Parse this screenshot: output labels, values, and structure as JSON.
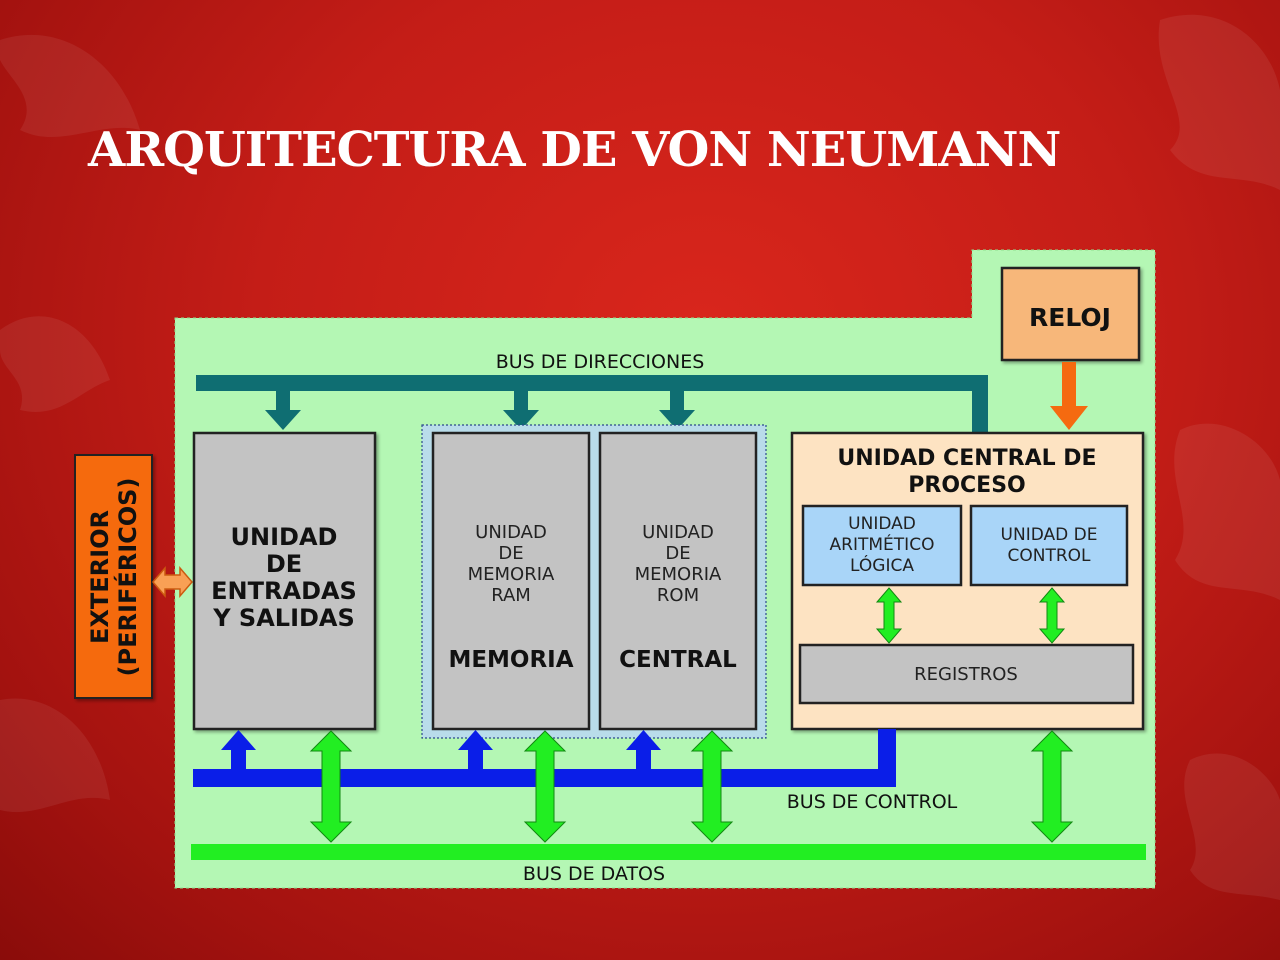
{
  "slide": {
    "title": "ARQUITECTURA DE VON NEUMANN"
  },
  "diagram": {
    "exterior": {
      "line1": "EXTERIOR",
      "line2": "(PERIFÉRICOS)"
    },
    "reloj": "RELOJ",
    "buses": {
      "direcciones": "BUS DE DIRECCIONES",
      "control": "BUS DE CONTROL",
      "datos": "BUS DE DATOS"
    },
    "io_unit": {
      "lines": [
        "UNIDAD",
        "DE",
        "ENTRADAS",
        "Y SALIDAS"
      ]
    },
    "ram": {
      "lines": [
        "UNIDAD",
        "DE",
        "MEMORIA",
        "RAM"
      ],
      "caption": "MEMORIA"
    },
    "rom": {
      "lines": [
        "UNIDAD",
        "DE",
        "MEMORIA",
        "ROM"
      ],
      "caption": "CENTRAL"
    },
    "cpu": {
      "title_line1": "UNIDAD CENTRAL DE",
      "title_line2": "PROCESO",
      "alu": [
        "UNIDAD",
        "ARITMÉTICO",
        "LÓGICA"
      ],
      "control_unit": [
        "UNIDAD DE",
        "CONTROL"
      ],
      "registers": "REGISTROS"
    },
    "colors": {
      "background": "#c41d17",
      "panel": "#b4f7b4",
      "address_bus": "#0f6e72",
      "control_bus": "#0a1ee8",
      "data_bus": "#22ee22",
      "orange": "#f56a10",
      "clock": "#f7b77a",
      "cpu": "#fde3c2",
      "unit_blue": "#a9d5f8",
      "unit_gray": "#c3c3c3"
    }
  }
}
